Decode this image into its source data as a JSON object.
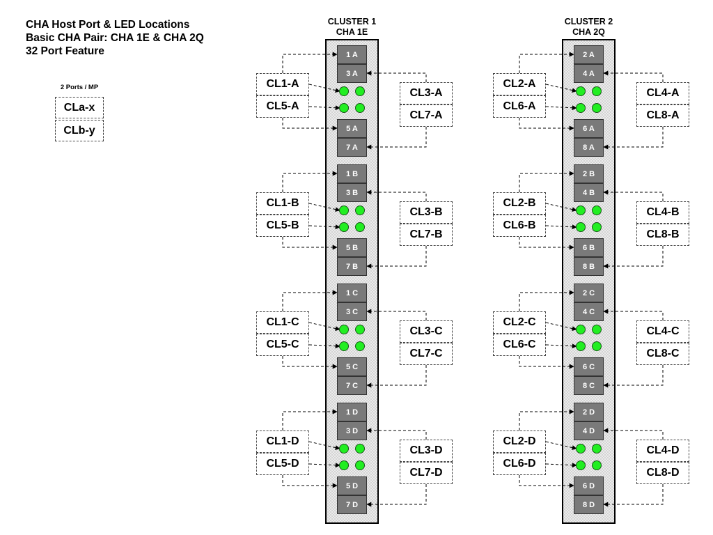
{
  "title": {
    "line1": "CHA Host Port & LED Locations",
    "line2": "Basic CHA Pair: CHA 1E & CHA 2Q",
    "line3": "32 Port Feature"
  },
  "legend": {
    "caption": "2 Ports / MP",
    "box1": "CLa-x",
    "box2": "CLb-y"
  },
  "clusters": [
    {
      "header1": "CLUSTER 1",
      "header2": "CHA 1E",
      "groups": [
        {
          "ports": [
            "1 A",
            "3 A",
            "5 A",
            "7 A"
          ],
          "left_labels": [
            "CL1-A",
            "CL5-A"
          ],
          "right_labels": [
            "CL3-A",
            "CL7-A"
          ]
        },
        {
          "ports": [
            "1 B",
            "3 B",
            "5 B",
            "7 B"
          ],
          "left_labels": [
            "CL1-B",
            "CL5-B"
          ],
          "right_labels": [
            "CL3-B",
            "CL7-B"
          ]
        },
        {
          "ports": [
            "1 C",
            "3 C",
            "5 C",
            "7 C"
          ],
          "left_labels": [
            "CL1-C",
            "CL5-C"
          ],
          "right_labels": [
            "CL3-C",
            "CL7-C"
          ]
        },
        {
          "ports": [
            "1 D",
            "3 D",
            "5 D",
            "7 D"
          ],
          "left_labels": [
            "CL1-D",
            "CL5-D"
          ],
          "right_labels": [
            "CL3-D",
            "CL7-D"
          ]
        }
      ]
    },
    {
      "header1": "CLUSTER 2",
      "header2": "CHA 2Q",
      "groups": [
        {
          "ports": [
            "2 A",
            "4 A",
            "6 A",
            "8 A"
          ],
          "left_labels": [
            "CL2-A",
            "CL6-A"
          ],
          "right_labels": [
            "CL4-A",
            "CL8-A"
          ]
        },
        {
          "ports": [
            "2 B",
            "4 B",
            "6 B",
            "8 B"
          ],
          "left_labels": [
            "CL2-B",
            "CL6-B"
          ],
          "right_labels": [
            "CL4-B",
            "CL8-B"
          ]
        },
        {
          "ports": [
            "2 C",
            "4 C",
            "6 C",
            "8 C"
          ],
          "left_labels": [
            "CL2-C",
            "CL6-C"
          ],
          "right_labels": [
            "CL4-C",
            "CL8-C"
          ]
        },
        {
          "ports": [
            "2 D",
            "4 D",
            "6 D",
            "8 D"
          ],
          "left_labels": [
            "CL2-D",
            "CL6-D"
          ],
          "right_labels": [
            "CL4-D",
            "CL8-D"
          ]
        }
      ]
    }
  ],
  "colors": {
    "port_fill": "#7a7a7a",
    "led_fill": "#22ee22",
    "board_fill": "#ececec"
  }
}
